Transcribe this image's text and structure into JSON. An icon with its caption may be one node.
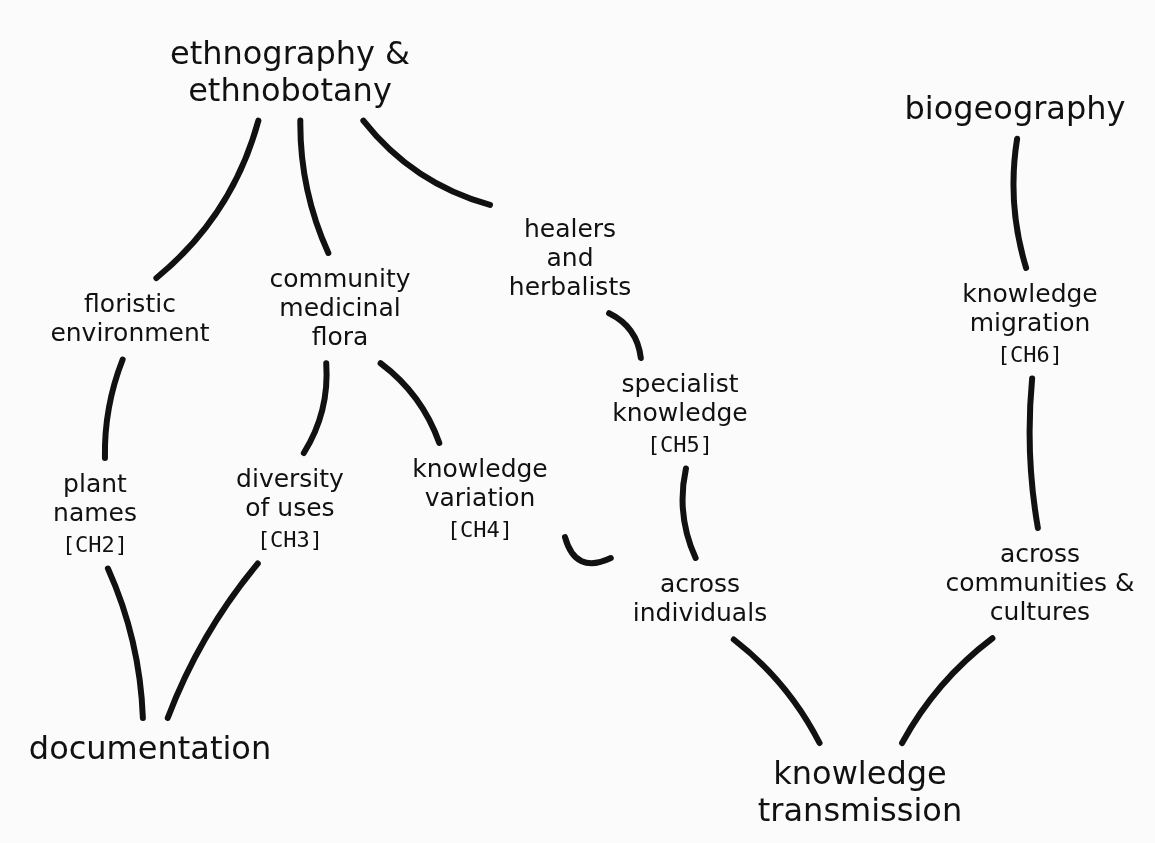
{
  "diagram": {
    "nodes": [
      {
        "text": [
          "ethnography & ethnobotany"
        ]
      },
      {
        "text": [
          "biogeography"
        ]
      },
      {
        "text": [
          "floristic environment"
        ]
      },
      {
        "text": [
          "community medicinal flora"
        ]
      },
      {
        "text": [
          "healers and herbalists"
        ]
      },
      {
        "text": [
          "knowledge migration",
          "[CH6]"
        ]
      },
      {
        "text": [
          "specialist knowledge",
          "[CH5]"
        ]
      },
      {
        "text": [
          "plant names",
          "[CH2]"
        ]
      },
      {
        "text": [
          "diversity of uses",
          "[CH3]"
        ]
      },
      {
        "text": [
          "knowledge variation",
          "[CH4]"
        ]
      },
      {
        "text": [
          "across individuals"
        ]
      },
      {
        "text": [
          "across communities & cultures"
        ]
      },
      {
        "text": [
          "documentation"
        ]
      },
      {
        "text": [
          "knowledge transmission"
        ]
      }
    ],
    "edges": [
      {
        "from": 0,
        "to": 2,
        "arrow": "none"
      },
      {
        "from": 0,
        "to": 3,
        "arrow": "none"
      },
      {
        "from": 0,
        "to": 4,
        "arrow": "none"
      },
      {
        "from": 1,
        "to": 5,
        "arrow": "none"
      },
      {
        "from": 4,
        "to": 6,
        "arrow": "none"
      },
      {
        "from": 2,
        "to": 7,
        "arrow": "none"
      },
      {
        "from": 3,
        "to": 8,
        "arrow": "none"
      },
      {
        "from": 3,
        "to": 9,
        "arrow": "none"
      },
      {
        "from": 6,
        "to": 10,
        "arrow": "none"
      },
      {
        "from": 9,
        "to": 10,
        "arrow": "none"
      },
      {
        "from": 5,
        "to": 11,
        "arrow": "none"
      },
      {
        "from": 7,
        "to": 12,
        "arrow": "none"
      },
      {
        "from": 8,
        "to": 12,
        "arrow": "none"
      },
      {
        "from": 10,
        "to": 13,
        "arrow": "none"
      },
      {
        "from": 11,
        "to": 13,
        "arrow": "none"
      }
    ]
  }
}
